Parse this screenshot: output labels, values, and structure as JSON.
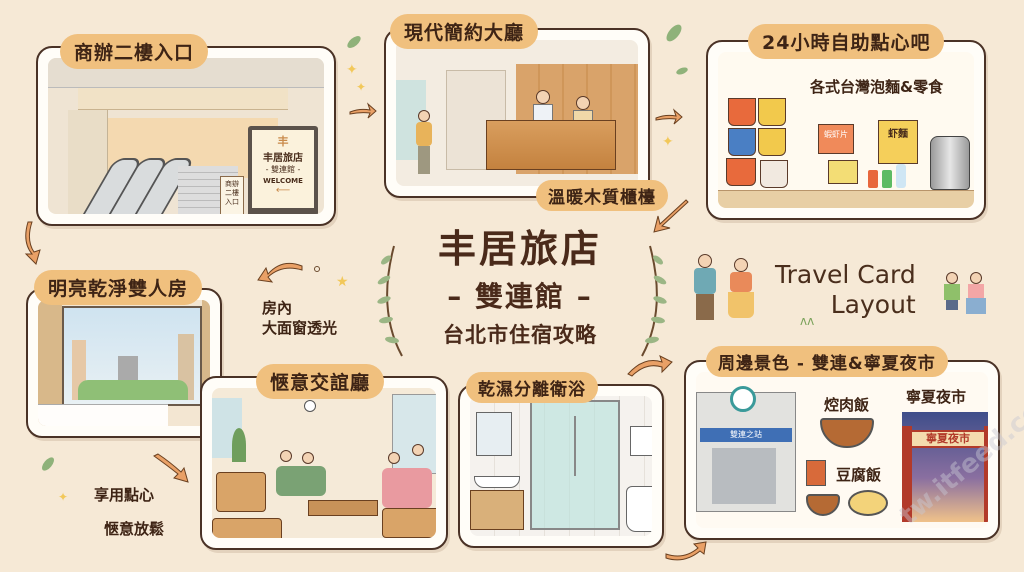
{
  "title": {
    "main": "丰居旅店",
    "sub": "– 雙連館 –",
    "tagline": "台北市住宿攻略"
  },
  "travel_card": {
    "line1": "Travel Card",
    "line2": "Layout"
  },
  "cards": {
    "entrance": {
      "label": "商辦二樓入口",
      "sign_logo": "丰",
      "sign_name": "丰居旅店",
      "sign_branch": "- 雙連館 -",
      "sign_welcome": "WELCOME",
      "small_sign": "商辦\n二樓\n入口"
    },
    "lobby": {
      "label": "現代簡約大廳",
      "caption": "溫暖木質櫃檯"
    },
    "snack_bar": {
      "label": "24小時自助點心吧",
      "caption": "各式台灣泡麵&零食",
      "snack1": "蝦虾片",
      "snack2": "虾麵"
    },
    "room": {
      "label": "明亮乾淨雙人房",
      "note_line1": "房內",
      "note_line2": "大面窗透光"
    },
    "lounge": {
      "label": "愜意交誼廳",
      "note1": "享用點心",
      "note2": "愜意放鬆"
    },
    "bathroom": {
      "label": "乾濕分離衛浴"
    },
    "nearby": {
      "label": "周邊景色 - 雙連&寧夏夜市",
      "station_name": "雙連之站",
      "food1": "焢肉飯",
      "food2": "豆腐飯",
      "market": "寧夏夜市",
      "gate_sign": "寧夏夜市"
    }
  },
  "watermark": "tw.itfeed.com",
  "colors": {
    "background": "#f6e9d6",
    "tag": "#f0c07e",
    "text": "#4a2e1c",
    "arrow": "#e9a066",
    "leaf": "#8fb27a",
    "star": "#f2c85a"
  }
}
